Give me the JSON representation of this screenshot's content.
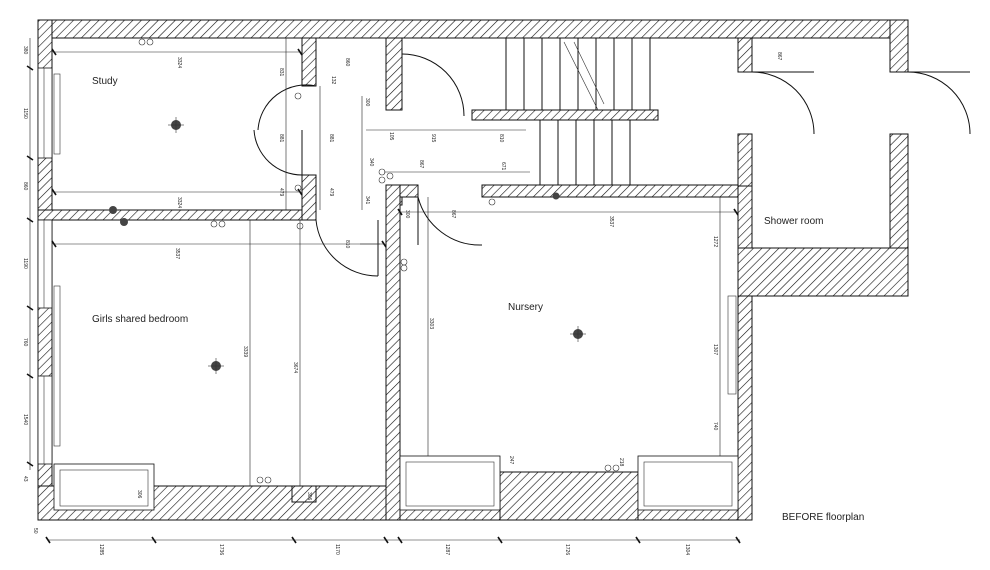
{
  "rooms": {
    "study": "Study",
    "girls": "Girls shared bedroom",
    "nursery": "Nursery",
    "shower": "Shower room"
  },
  "caption": "BEFORE floorplan",
  "dims": {
    "study_top": "3324",
    "study_bottom": "3324",
    "study_h1": "831",
    "study_h2": "881",
    "study_h3": "479",
    "left_380": "380",
    "left_1150": "1150",
    "left_860": "860",
    "left_1190": "1190",
    "left_760": "760",
    "left_1540": "1540",
    "left_43": "43",
    "left_50": "50",
    "hall_860": "860",
    "hall_132": "132",
    "hall_300": "300",
    "hall_881": "881",
    "hall_479": "479",
    "hall_341": "341",
    "hall_340": "340",
    "hall_810": "810",
    "hall_867": "867",
    "hall_813": "813",
    "hall_105": "105",
    "stair_915": "915",
    "stair_810": "810",
    "stair_671": "671",
    "girls_width": "3537",
    "girls_height": "3339",
    "girls_height2": "3674",
    "girls_306a": "306",
    "girls_306b": "306",
    "bottom_1285": "1285",
    "bottom_1736": "1736",
    "bottom_1170": "1170",
    "bottom_1287": "1287",
    "bottom_1726": "1726",
    "bottom_1304": "1304",
    "nursery_width": "3537",
    "nursery_height": "3303",
    "nursery_300": "300",
    "nursery_867": "867",
    "nursery_1272": "1272",
    "nursery_1307": "1307",
    "nursery_740": "740",
    "nursery_247": "247",
    "nursery_218": "218",
    "shower_867": "867"
  },
  "icons": {
    "light": "ceiling-light",
    "socket": "double-socket",
    "radiator": "radiator"
  }
}
